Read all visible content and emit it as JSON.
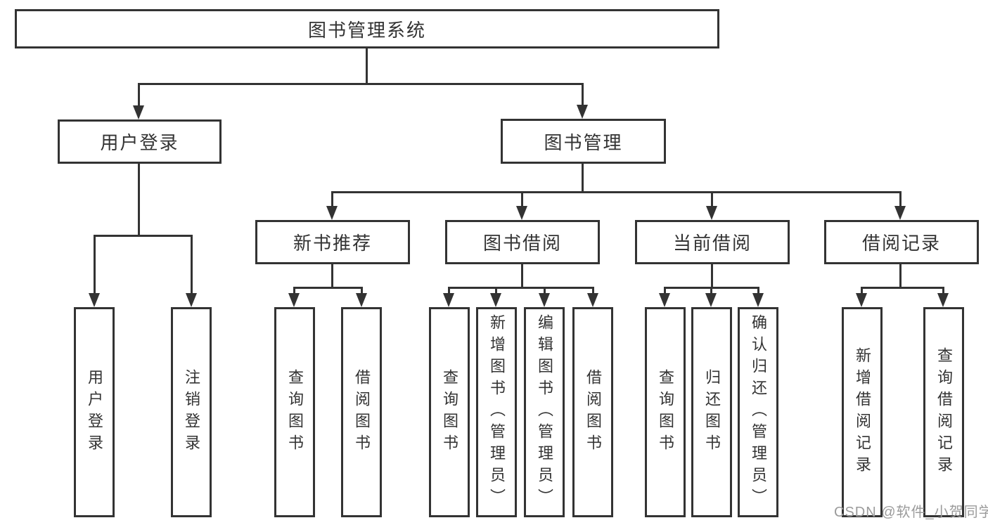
{
  "tree": {
    "root": {
      "label": "图书管理系统"
    },
    "branches": [
      {
        "label": "用户登录",
        "children": [
          {
            "label": "用户登录"
          },
          {
            "label": "注销登录"
          }
        ]
      },
      {
        "label": "图书管理",
        "children": [
          {
            "label": "新书推荐",
            "children": [
              {
                "label": "查询图书"
              },
              {
                "label": "借阅图书"
              }
            ]
          },
          {
            "label": "图书借阅",
            "children": [
              {
                "label": "查询图书"
              },
              {
                "label": "新增图书（管理员）"
              },
              {
                "label": "编辑图书（管理员）"
              },
              {
                "label": "借阅图书"
              }
            ]
          },
          {
            "label": "当前借阅",
            "children": [
              {
                "label": "查询图书"
              },
              {
                "label": "归还图书"
              },
              {
                "label": "确认归还（管理员）"
              }
            ]
          },
          {
            "label": "借阅记录",
            "children": [
              {
                "label": "新增借阅记录"
              },
              {
                "label": "查询借阅记录"
              }
            ]
          }
        ]
      }
    ]
  },
  "watermark": {
    "text": "CSDN @软件_小贺同学"
  },
  "colors": {
    "line": "#333333",
    "box_background": "#ffffff",
    "watermark_gray": "#9b9b9b"
  }
}
